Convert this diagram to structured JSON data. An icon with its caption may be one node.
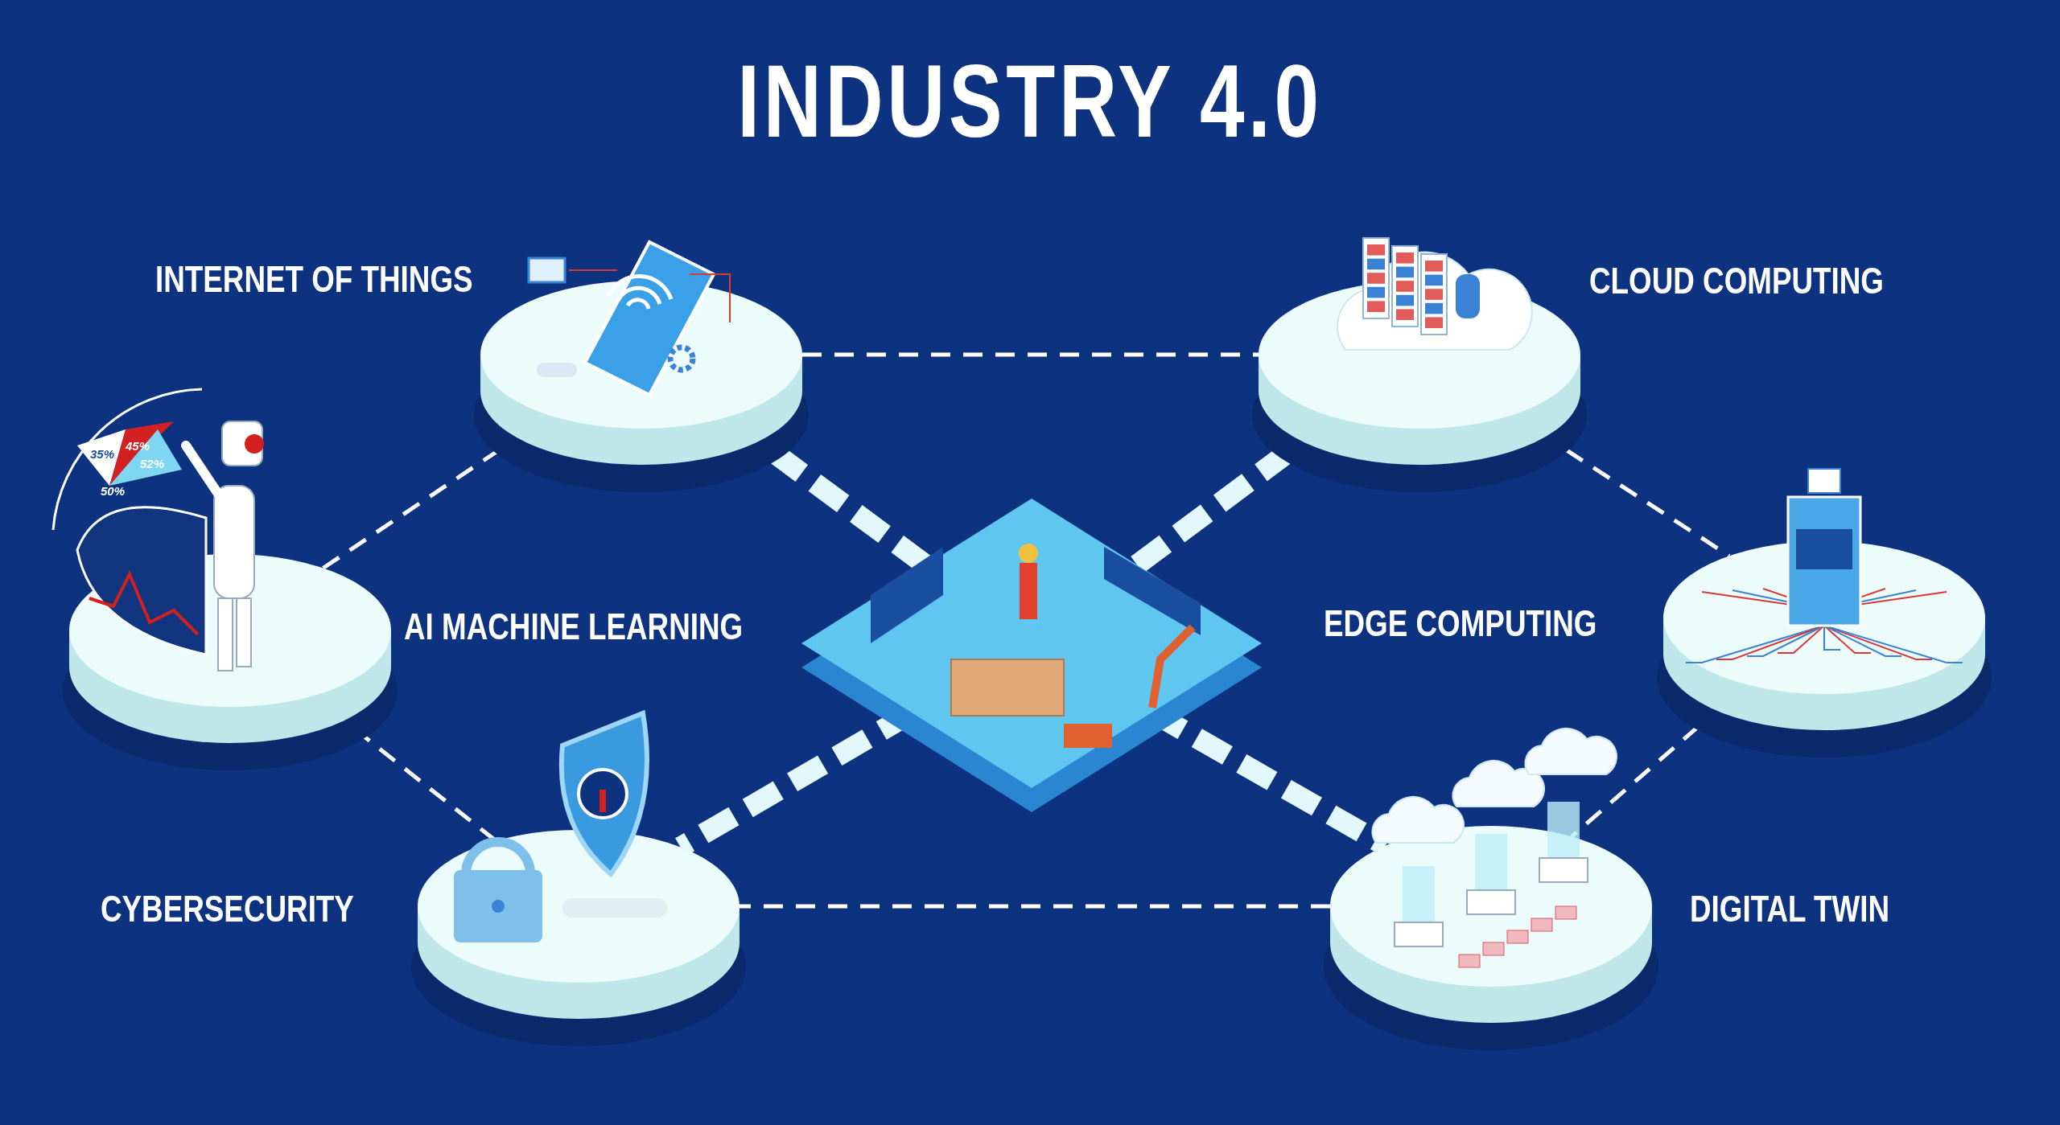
{
  "diagram": {
    "title": "INDUSTRY 4.0",
    "nodes": [
      {
        "text": [
          "INTERNET OF THINGS"
        ]
      },
      {
        "text": [
          "CLOUD COMPUTING"
        ]
      },
      {
        "text": [
          "AI MACHINE LEARNING"
        ]
      },
      {
        "text": [],
        "shape": "picture"
      },
      {
        "text": [
          "EDGE COMPUTING"
        ]
      },
      {
        "text": [
          "CYBERSECURITY"
        ]
      },
      {
        "text": [
          "DIGITAL TWIN"
        ]
      }
    ],
    "edges": [
      {
        "from": 0,
        "to": 1,
        "arrow": "none",
        "style": "dashed"
      },
      {
        "from": 1,
        "to": 4,
        "arrow": "none",
        "style": "dashed"
      },
      {
        "from": 4,
        "to": 6,
        "arrow": "none",
        "style": "dashed"
      },
      {
        "from": 6,
        "to": 5,
        "arrow": "none",
        "style": "dashed"
      },
      {
        "from": 5,
        "to": 2,
        "arrow": "none",
        "style": "dashed"
      },
      {
        "from": 2,
        "to": 0,
        "arrow": "none",
        "style": "dashed"
      },
      {
        "from": 3,
        "to": 0,
        "arrow": "none",
        "style": "dashed",
        "color": "#e3f8fb"
      },
      {
        "from": 3,
        "to": 1,
        "arrow": "none",
        "style": "dashed",
        "color": "#e3f8fb"
      },
      {
        "from": 3,
        "to": 5,
        "arrow": "none",
        "style": "dashed",
        "color": "#e3f8fb"
      },
      {
        "from": 3,
        "to": 6,
        "arrow": "none",
        "style": "dashed",
        "color": "#e3f8fb"
      }
    ],
    "labels": [
      "45%",
      "35%",
      "52%",
      "50%"
    ]
  }
}
